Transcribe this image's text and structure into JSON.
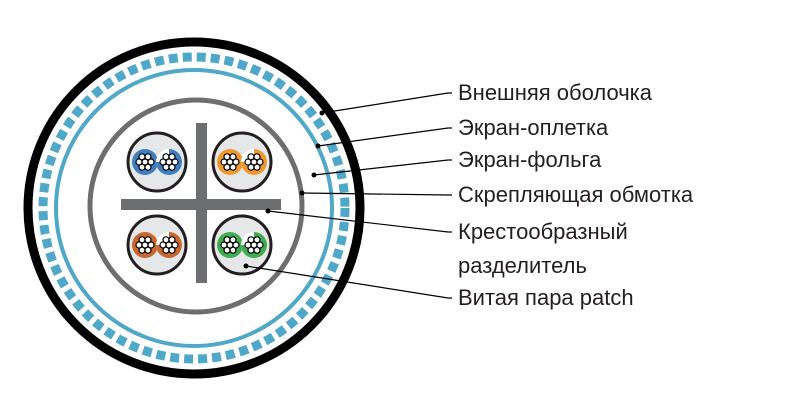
{
  "labels": {
    "outer_sheath": "Внешняя оболочка",
    "braid_shield": "Экран-оплетка",
    "foil_shield": "Экран-фольга",
    "binder_tape": "Скрепляющая обмотка",
    "cross_divider_line1": "Крестообразный",
    "cross_divider_line2": "разделитель",
    "twisted_pair": "Витая пара patch"
  },
  "colors": {
    "sheath": "#000000",
    "shield": "#4fa8c8",
    "binder": "#6d6e70",
    "fill": "#e6e7e8",
    "pair_blue": "#3f7fc1",
    "pair_orange": "#ef9a2f",
    "pair_brown": "#c8682e",
    "pair_green": "#3fad4f"
  }
}
